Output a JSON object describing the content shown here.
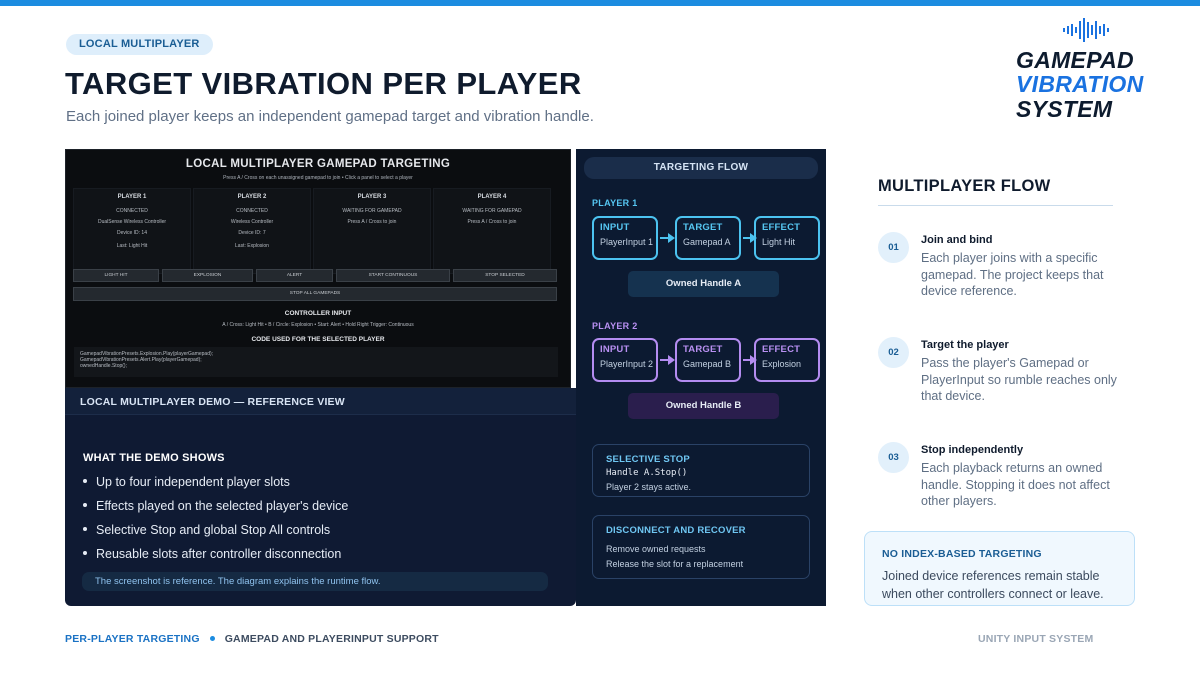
{
  "header": {
    "tag": "LOCAL MULTIPLAYER",
    "title": "TARGET VIBRATION PER PLAYER",
    "subtitle": "Each joined player keeps an independent gamepad target and vibration handle."
  },
  "logo": {
    "line1": "GAMEPAD",
    "line2": "VIBRATION",
    "line3": "SYSTEM",
    "accent_color": "#1a72e0"
  },
  "screenshot": {
    "title": "LOCAL MULTIPLAYER GAMEPAD TARGETING",
    "subtitle": "Press A / Cross on each unassigned gamepad to join • Click a panel to select a player",
    "players": [
      {
        "heading": "PLAYER 1",
        "status": "CONNECTED",
        "device": "DualSense Wireless Controller",
        "device_id": "Device ID: 14",
        "last": "Last: Light Hit"
      },
      {
        "heading": "PLAYER 2",
        "status": "CONNECTED",
        "device": "Wireless Controller",
        "device_id": "Device ID: 7",
        "last": "Last: Explosion"
      },
      {
        "heading": "PLAYER 3",
        "status": "WAITING FOR GAMEPAD",
        "prompt": "Press A / Cross to join"
      },
      {
        "heading": "PLAYER 4",
        "status": "WAITING FOR GAMEPAD",
        "prompt": "Press A / Cross to join"
      }
    ],
    "buttons": [
      "LIGHT HIT",
      "EXPLOSION",
      "ALERT",
      "START CONTINUOUS",
      "STOP SELECTED"
    ],
    "stop_all": "STOP ALL GAMEPADS",
    "controller_input_title": "CONTROLLER INPUT",
    "controller_input_text": "A / Cross: Light Hit  •  B / Circle: Explosion  •  Start: Alert  •  Hold Right Trigger: Continuous",
    "code_title": "CODE USED FOR THE SELECTED PLAYER",
    "code_lines": [
      "GamepadVibrationPresets.Explosion.Play(playerGamepad);",
      "GamepadVibrationPresets.Alert.Play(playerGamepad);",
      "ownedHandle.Stop();"
    ]
  },
  "demo": {
    "band_label": "LOCAL MULTIPLAYER DEMO — REFERENCE VIEW",
    "heading": "WHAT THE DEMO SHOWS",
    "bullets": [
      "Up to four independent player slots",
      "Effects played on the selected player's device",
      "Selective Stop and global Stop All controls",
      "Reusable slots after controller disconnection"
    ],
    "note": "The screenshot is reference. The diagram explains the runtime flow."
  },
  "flow": {
    "header": "TARGETING FLOW",
    "player1": {
      "label": "PLAYER 1",
      "input_key": "INPUT",
      "input_val": "PlayerInput 1",
      "target_key": "TARGET",
      "target_val": "Gamepad A",
      "effect_key": "EFFECT",
      "effect_val": "Light Hit",
      "handle": "Owned Handle A",
      "color": "#4cc3f0"
    },
    "player2": {
      "label": "PLAYER 2",
      "input_key": "INPUT",
      "input_val": "PlayerInput 2",
      "target_key": "TARGET",
      "target_val": "Gamepad B",
      "effect_key": "EFFECT",
      "effect_val": "Explosion",
      "handle": "Owned Handle B",
      "color": "#b48cf0"
    },
    "selective_stop": {
      "title": "SELECTIVE STOP",
      "code": "Handle A.Stop()",
      "line": "Player 2 stays active."
    },
    "disconnect": {
      "title": "DISCONNECT AND RECOVER",
      "line1": "Remove owned requests",
      "line2": "Release the slot for a replacement"
    }
  },
  "multiplayer_flow": {
    "title": "MULTIPLAYER FLOW",
    "steps": [
      {
        "num": "01",
        "title": "Join and bind",
        "body": "Each player joins with a specific gamepad. The project keeps that device reference."
      },
      {
        "num": "02",
        "title": "Target the player",
        "body": "Pass the player's Gamepad or PlayerInput so rumble reaches only that device."
      },
      {
        "num": "03",
        "title": "Stop independently",
        "body": "Each playback returns an owned handle. Stopping it does not affect other players."
      }
    ]
  },
  "note_box": {
    "title": "NO INDEX-BASED TARGETING",
    "body": "Joined device references remain stable when other controllers connect or leave."
  },
  "footer": {
    "left_a": "PER-PLAYER TARGETING",
    "left_b": "GAMEPAD AND PLAYERINPUT SUPPORT",
    "right": "UNITY INPUT SYSTEM"
  }
}
